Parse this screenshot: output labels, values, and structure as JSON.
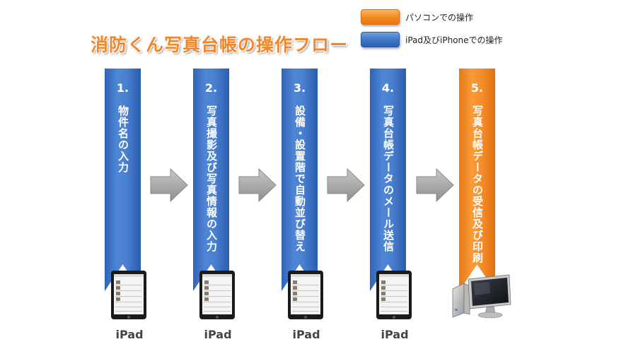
{
  "title": "消防くん写真台帳の操作フロー",
  "legend": {
    "pc_label": "パソコンでの操作",
    "ipad_label": "iPad及びiPhoneでの操作",
    "pc_color": "#f28a1e",
    "ipad_color": "#3d74c8"
  },
  "steps": [
    {
      "num": "1.",
      "text": "物件名の入力",
      "device": "iPad"
    },
    {
      "num": "2.",
      "text": "写真撮影及び写真情報の入力",
      "device": "iPad"
    },
    {
      "num": "3.",
      "text": "設備・設置階で自動並び替え",
      "device": "iPad"
    },
    {
      "num": "4.",
      "text": "写真台帳データのメール送信",
      "device": "iPad"
    },
    {
      "num": "5.",
      "text": "写真台帳データの受信及び印刷",
      "device": ""
    }
  ],
  "icons": {
    "arrow": "right-arrow-icon",
    "tablet": "ipad-icon",
    "computer": "desktop-computer-icon"
  }
}
